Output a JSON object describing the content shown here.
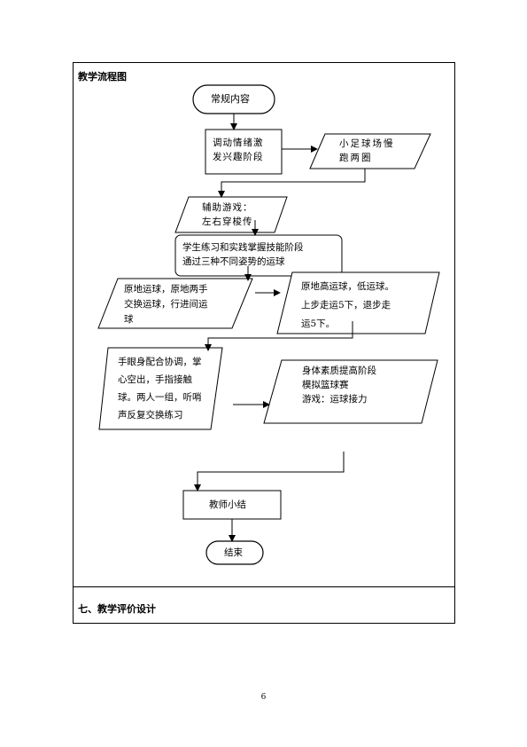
{
  "section": {
    "title": "教学流程图",
    "next_title": "七、教学评价设计"
  },
  "flow": {
    "start": "常规内容",
    "stage1": [
      "调动情绪激",
      "发兴趣阶段"
    ],
    "warmup": [
      "小足球场慢",
      "跑两圈"
    ],
    "game1": [
      "辅助游戏：",
      "左右穿梭传"
    ],
    "stage2": [
      "学生练习和实践掌握技能阶段",
      "通过三种不同姿势的运球"
    ],
    "drill_left": [
      "原地运球，原地两手",
      "交换运球，行进间运",
      "球"
    ],
    "drill_right": [
      "原地高运球，低运球。",
      "上步走运5下，退步走",
      "运5下。"
    ],
    "coordination": [
      "手眼身配合协调，掌",
      "心空出，手指接触",
      "球。两人一组，听哨",
      "声反复交换练习"
    ],
    "stage3": [
      "身体素质提高阶段",
      "模拟篮球赛",
      "游戏：运球接力"
    ],
    "summary": "教师小结",
    "end": "结束"
  },
  "footer": {
    "page_number": "6"
  }
}
